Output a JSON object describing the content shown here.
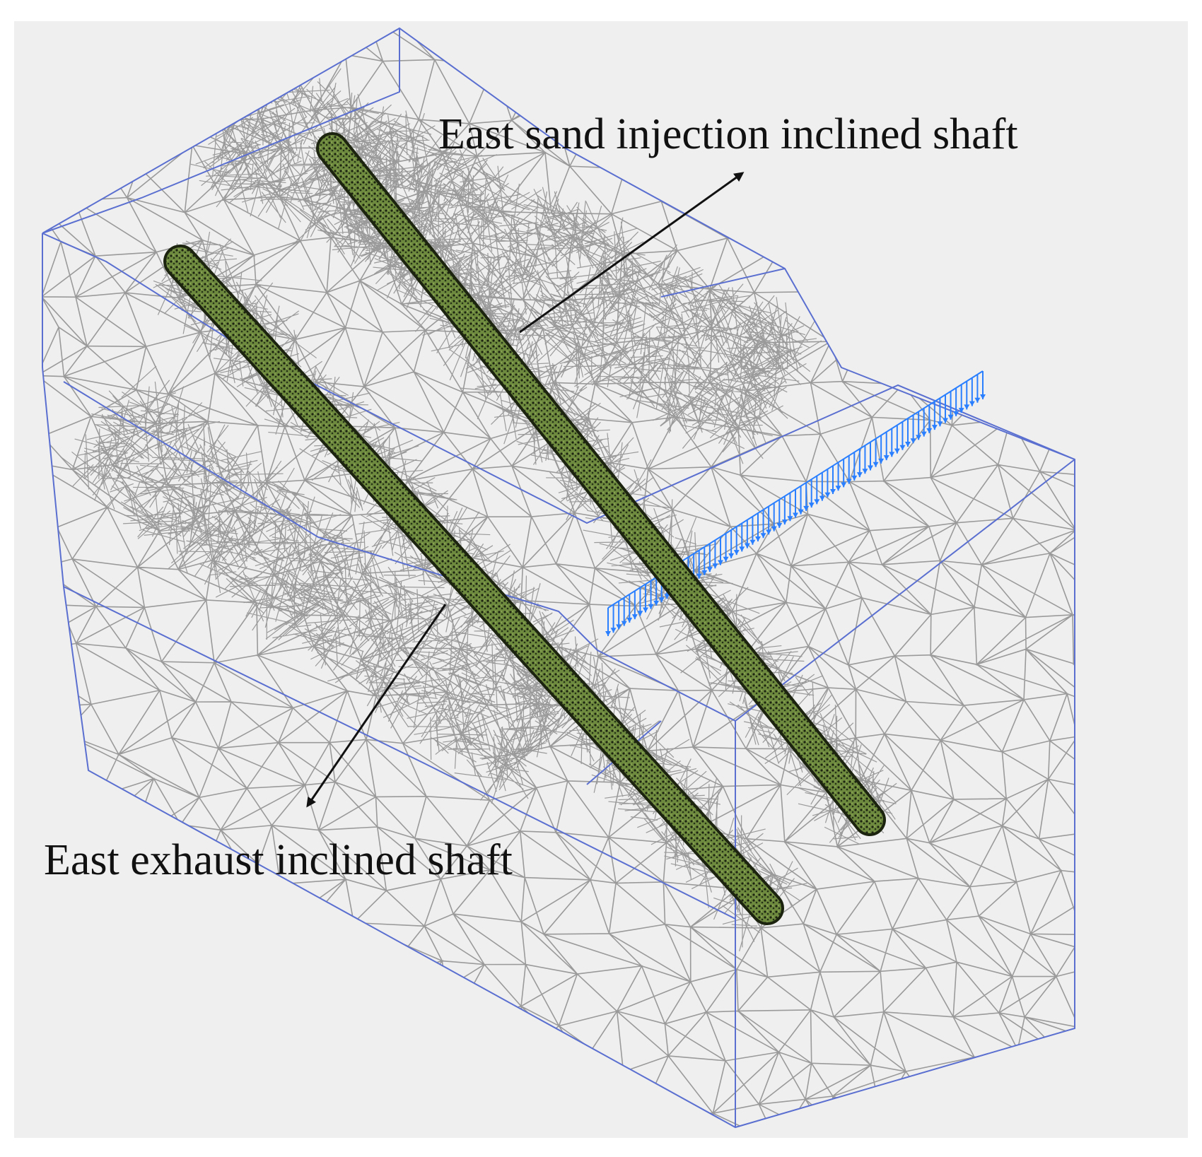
{
  "labels": {
    "sand_shaft": "East sand injection inclined shaft",
    "exhaust_shaft": "East exhaust inclined shaft"
  },
  "colors": {
    "background_panel": "#efefef",
    "mesh_line": "#9a9a9a",
    "outline": "#5a6fd0",
    "load_arrows": "#2a7fff",
    "shaft_fill": "#6e8a3e",
    "shaft_dark": "#1c2410",
    "leader_line": "#111111"
  },
  "icons": {
    "leader_arrow": "arrow-head",
    "load": "downward-arrow-row"
  }
}
